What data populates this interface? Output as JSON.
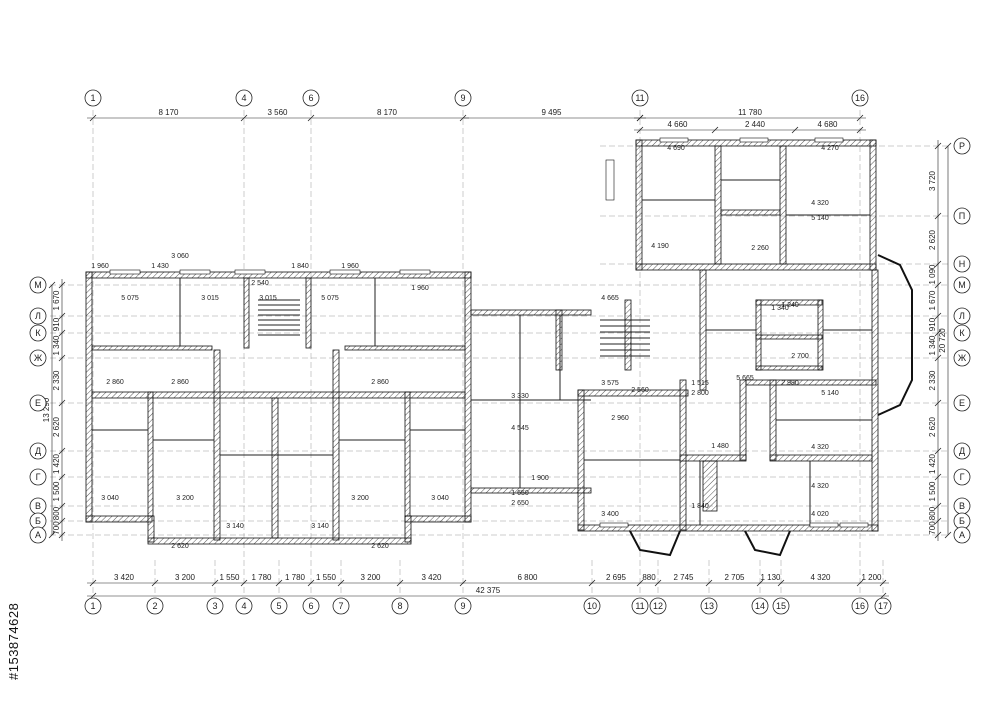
{
  "plan": {
    "top_axes": [
      "1",
      "4",
      "6",
      "9",
      "11",
      "16"
    ],
    "bottom_axes": [
      "1",
      "2",
      "3",
      "4",
      "5",
      "6",
      "7",
      "8",
      "9",
      "10",
      "11",
      "12",
      "13",
      "14",
      "15",
      "16",
      "17"
    ],
    "left_axes": [
      "М",
      "Л",
      "К",
      "Ж",
      "Е",
      "Д",
      "Г",
      "В",
      "Б",
      "А"
    ],
    "right_axes": [
      "Р",
      "П",
      "Н",
      "М",
      "Л",
      "К",
      "Ж",
      "Е",
      "Д",
      "Г",
      "В",
      "Б",
      "А"
    ],
    "top_dims_left": [
      "8 170",
      "3 560",
      "8 170"
    ],
    "top_dim_middle": "9 495",
    "top_dim_right_total": "11 780",
    "top_dims_right_sub": [
      "4 660",
      "2 440",
      "4 680"
    ],
    "bottom_dims": [
      "3 420",
      "3 200",
      "1 550",
      "1 780",
      "1 780",
      "1 550",
      "3 200",
      "3 420",
      "6 800",
      "2 695",
      "880",
      "2 745",
      "2 705",
      "1 130",
      "4 320",
      "1 200"
    ],
    "bottom_total": "42 375",
    "left_dims": [
      "1 670",
      "910",
      "1 340",
      "2 330",
      "2 620",
      "1 420",
      "1 500",
      "800",
      "700"
    ],
    "left_total": "13 290",
    "right_dims": [
      "3 720",
      "2 620",
      "1 090",
      "1 670",
      "910",
      "1 340",
      "2 330",
      "2 620",
      "1 420",
      "1 500",
      "800",
      "700"
    ],
    "right_total": "20 720",
    "interior_dims": [
      "1 960",
      "3 060",
      "1 430",
      "5 075",
      "3 015",
      "3 015",
      "5 075",
      "1 960",
      "2 540",
      "1 840",
      "1 960",
      "2 860",
      "2 860",
      "2 860",
      "3 330",
      "4 545",
      "3 040",
      "3 200",
      "3 200",
      "3 040",
      "2 620",
      "3 140",
      "3 140",
      "2 620",
      "4 690",
      "4 270",
      "4 320",
      "5 140",
      "4 190",
      "2 260",
      "1 340",
      "1 240",
      "2 700",
      "5 140",
      "4 320",
      "4 320",
      "4 020",
      "3 400",
      "2 560",
      "2 960",
      "2 800",
      "4 665",
      "5 665",
      "3 575",
      "1 515",
      "2 980",
      "1 480",
      "1 840",
      "1 650",
      "2 650",
      "1 900"
    ]
  },
  "stock_id": "#153874628"
}
